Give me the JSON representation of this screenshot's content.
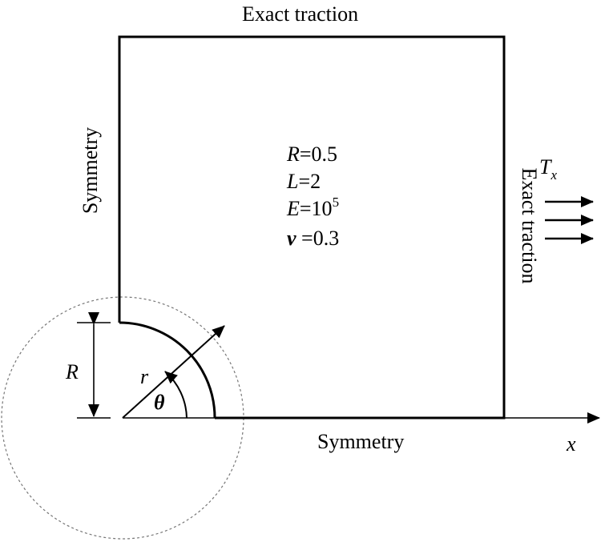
{
  "labels": {
    "top_bc": "Exact traction",
    "right_bc": "Exact traction",
    "left_bc": "Symmetry",
    "bottom_bc": "Symmetry",
    "x_axis": "x",
    "traction_T": "T",
    "traction_sub": "x",
    "dim_R": "R",
    "radial_r": "r",
    "angle_theta": "θ"
  },
  "parameters": [
    {
      "symbol": "R",
      "eq": "=0.5",
      "exp": ""
    },
    {
      "symbol": "L",
      "eq": "=2",
      "exp": ""
    },
    {
      "symbol": "E",
      "eq": "=10",
      "exp": "5"
    },
    {
      "symbol": "ν",
      "eq": " =0.3",
      "exp": ""
    }
  ],
  "colors": {
    "stroke": "#000000",
    "dashed_circle": "#777777",
    "background": "#ffffff"
  }
}
